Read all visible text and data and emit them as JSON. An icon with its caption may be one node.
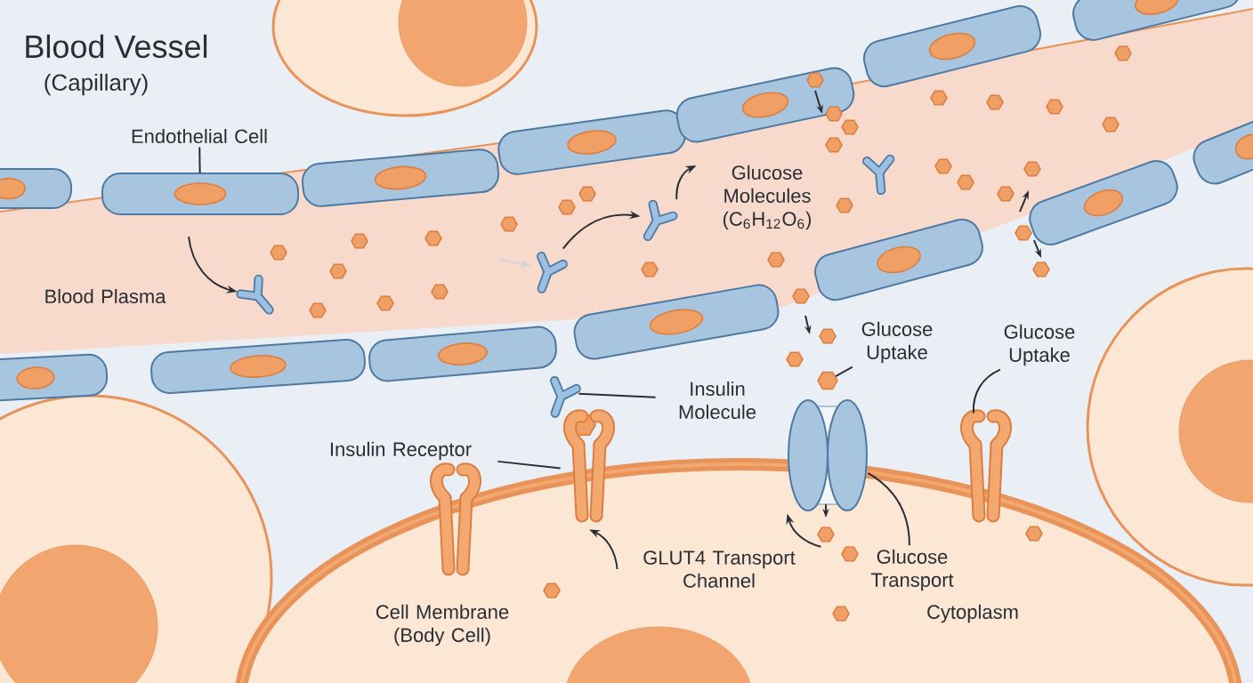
{
  "diagram": {
    "title": "Blood Vessel",
    "nodes": [
      {
        "text": [
          "Endothelial Cell"
        ]
      },
      {
        "text": [],
        "shape": "picture"
      },
      {
        "text": [
          "Insulin Molecule"
        ]
      },
      {
        "text": [],
        "shape": "picture"
      },
      {
        "text": [
          "Insulin Receptor"
        ]
      },
      {
        "text": [],
        "shape": "picture"
      },
      {
        "text": [
          "GLUT4 Transport Channel"
        ]
      },
      {
        "text": [],
        "shape": "picture"
      },
      {
        "text": [
          "Glucose Uptake"
        ]
      },
      {
        "text": [],
        "shape": "hexagon"
      },
      {
        "text": [
          "Glucose Uptake"
        ]
      },
      {
        "text": [],
        "shape": "picture"
      },
      {
        "text": [
          "Glucose Transport"
        ]
      },
      {
        "text": [
          "Glucose Molecules (C$_{6}$H$_{12}$O$_{6}$)"
        ]
      },
      {
        "text": [],
        "shape": "picture"
      },
      {
        "text": [],
        "shape": "picture"
      },
      {
        "text": [],
        "shape": "picture"
      }
    ],
    "edges": [
      {
        "from": 0,
        "to": 1,
        "arrow": "none"
      },
      {
        "from": 2,
        "to": 3,
        "arrow": "none"
      },
      {
        "from": 4,
        "to": 5,
        "arrow": "none"
      },
      {
        "from": 6,
        "to": 5,
        "arrow": "to"
      },
      {
        "from": 6,
        "to": 7,
        "arrow": "to"
      },
      {
        "from": 8,
        "to": 9,
        "arrow": "none"
      },
      {
        "from": 10,
        "to": 11,
        "arrow": "none"
      },
      {
        "from": 12,
        "to": 7,
        "arrow": "none"
      },
      {
        "from": 14,
        "to": 13,
        "arrow": "to"
      },
      {
        "from": null,
        "to": 15,
        "arrow": "to"
      },
      {
        "from": null,
        "to": 16,
        "arrow": "to",
        "color": "#d4d4d8"
      },
      {
        "from": 16,
        "to": 14,
        "arrow": "to"
      }
    ],
    "labels": [
      "(Capillary)",
      "Blood Plasma",
      "Cell Membrane (Body Cell)",
      "Cytoplasm"
    ]
  }
}
